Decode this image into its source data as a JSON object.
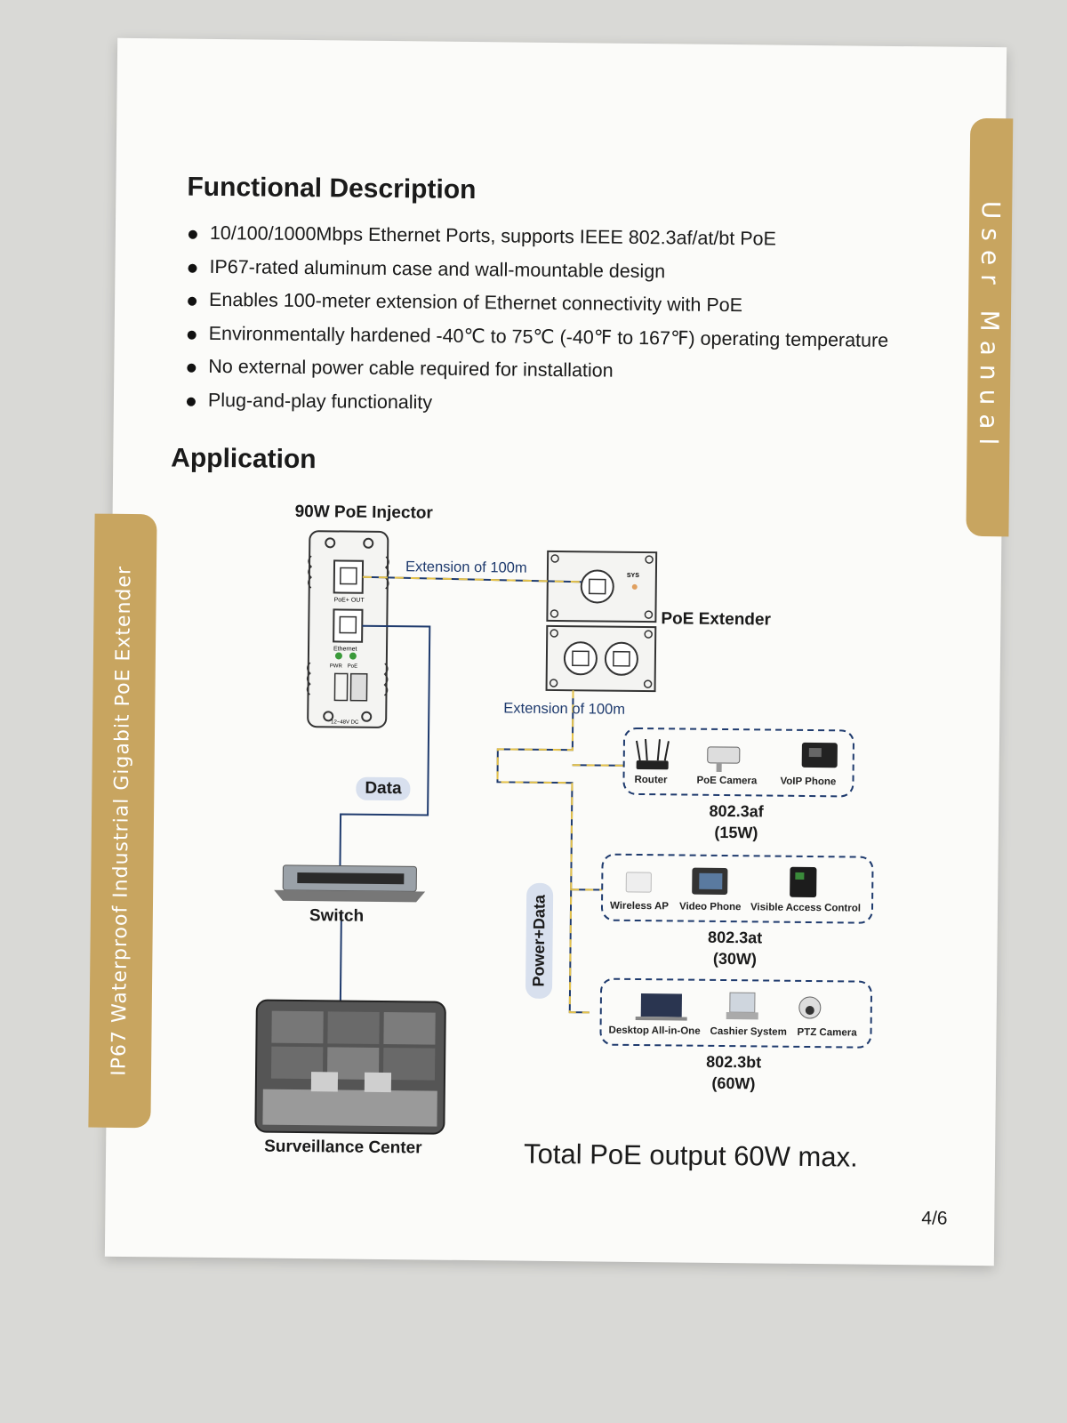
{
  "side_tabs": {
    "right": "User Manual",
    "left": "IP67 Waterproof Industrial Gigabit PoE Extender"
  },
  "functional_description": {
    "heading": "Functional Description",
    "items": [
      "10/100/1000Mbps Ethernet Ports, supports IEEE 802.3af/at/bt PoE",
      "IP67-rated aluminum case and wall-mountable design",
      "Enables 100-meter extension of Ethernet connectivity with PoE",
      "Environmentally hardened -40℃ to 75℃ (-40℉ to 167℉) operating temperature",
      "No external power cable required for installation",
      "Plug-and-play functionality"
    ]
  },
  "application": {
    "heading": "Application",
    "injector_title": "90W PoE Injector",
    "injector_port_labels": [
      "PoE+ OUT",
      "Ethernet",
      "PWR",
      "PoE",
      "12~48V DC"
    ],
    "extender_title": "PoE Extender",
    "extender_sys_label": "SYS",
    "extension_top": "Extension of 100m",
    "extension_bottom": "Extension of 100m",
    "data_label": "Data",
    "power_data_label": "Power+Data",
    "switch_label": "Switch",
    "surveillance_label": "Surveillance Center",
    "groups": [
      {
        "devices": [
          "Router",
          "PoE Camera",
          "VoIP Phone"
        ],
        "standard": "802.3af",
        "power": "(15W)"
      },
      {
        "devices": [
          "Wireless AP",
          "Video Phone",
          "Visible Access Control"
        ],
        "standard": "802.3at",
        "power": "(30W)"
      },
      {
        "devices": [
          "Desktop All-in-One",
          "Cashier System",
          "PTZ Camera"
        ],
        "standard": "802.3bt",
        "power": "(60W)"
      }
    ],
    "total_output": "Total PoE output 60W max."
  },
  "page_number": "4/6",
  "colors": {
    "tab": "#c8a560",
    "cable_data": "#1f3b6e",
    "cable_power": "#e6c34a",
    "pill": "#d8e0ee"
  }
}
